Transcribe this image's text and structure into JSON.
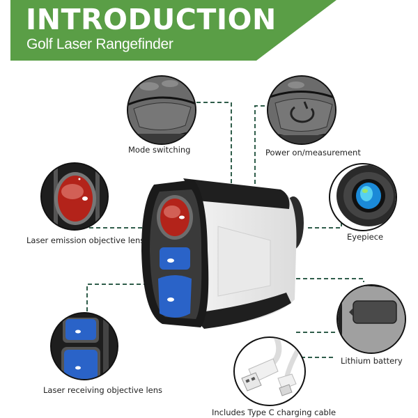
{
  "header": {
    "title": "INTRODUCTION",
    "subtitle": "Golf Laser Rangefinder",
    "banner_color": "#5a9e46"
  },
  "callouts": [
    {
      "id": "mode",
      "label": "Mode switching",
      "icon": "mode-button-icon"
    },
    {
      "id": "power",
      "label": "Power on/measurement",
      "icon": "power-button-icon"
    },
    {
      "id": "emission",
      "label": "Laser emission objective lens",
      "icon": "red-lens-icon"
    },
    {
      "id": "eyepiece",
      "label": "Eyepiece",
      "icon": "eyepiece-icon"
    },
    {
      "id": "receiving",
      "label": "Laser receiving objective lens",
      "icon": "blue-lens-icon"
    },
    {
      "id": "battery",
      "label": "Lithium battery",
      "icon": "battery-cover-icon"
    },
    {
      "id": "cable",
      "label": "Includes Type C charging cable",
      "icon": "usb-cable-icon"
    }
  ],
  "colors": {
    "connector": "#2f5d4a",
    "lens_red": "#c0281e",
    "lens_blue": "#2a63c8"
  }
}
